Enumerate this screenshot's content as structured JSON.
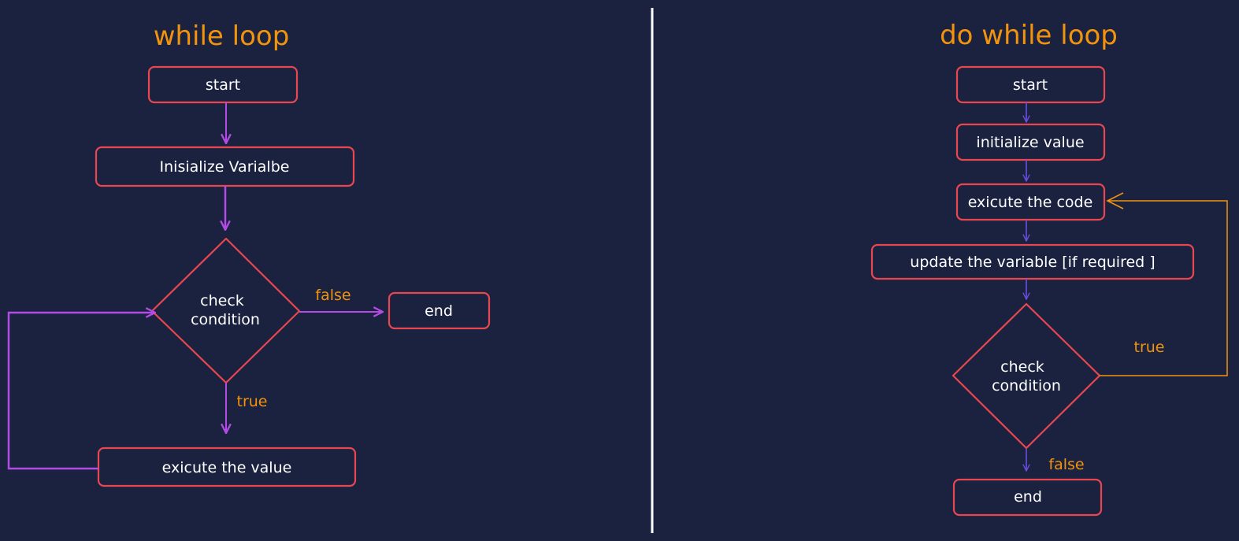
{
  "while_loop": {
    "title": "while loop",
    "start": "start",
    "init": "Inisialize Varialbe",
    "check_line1": "check",
    "check_line2": "condition",
    "false_label": "false",
    "end": "end",
    "true_label": "true",
    "execute": "exicute the value"
  },
  "do_while_loop": {
    "title": "do while loop",
    "start": "start",
    "init": "initialize value",
    "execute": "exicute the code",
    "update": "update the variable [if required ]",
    "check_line1": "check",
    "check_line2": "condition",
    "true_label": "true",
    "false_label": "false",
    "end": "end"
  },
  "colors": {
    "background": "#1b2240",
    "title": "#f2930d",
    "box_stroke": "#e8474f",
    "while_arrow": "#b44be6",
    "do_arrow": "#6a4fe0",
    "loop_back": "#f2930d",
    "divider": "#ffffff"
  }
}
